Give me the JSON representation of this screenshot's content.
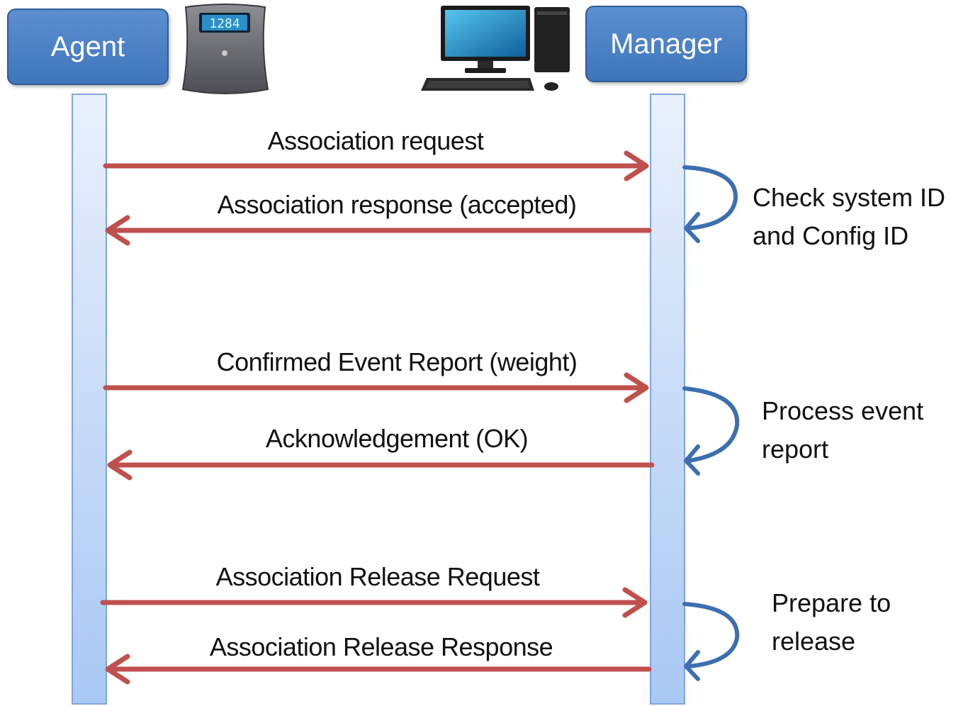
{
  "actors": {
    "agent": "Agent",
    "manager": "Manager"
  },
  "device_icons": {
    "agent_device": "weighing-scale-icon",
    "agent_device_display": "1284",
    "manager_device": "desktop-computer-icon"
  },
  "messages": [
    {
      "label": "Association request",
      "direction": "agent-to-manager"
    },
    {
      "label": "Association response (accepted)",
      "direction": "manager-to-agent"
    },
    {
      "label": "Confirmed Event Report (weight)",
      "direction": "agent-to-manager"
    },
    {
      "label": "Acknowledgement (OK)",
      "direction": "manager-to-agent"
    },
    {
      "label": "Association Release Request",
      "direction": "agent-to-manager"
    },
    {
      "label": "Association Release Response",
      "direction": "manager-to-agent"
    }
  ],
  "notes": [
    {
      "line1": "Check system ID",
      "line2": "and Config ID"
    },
    {
      "line1": "Process event",
      "line2": "report"
    },
    {
      "line1": "Prepare to",
      "line2": "release"
    }
  ],
  "colors": {
    "arrow": "#c0504d",
    "self_arrow": "#3d6fb0",
    "actor_box": "#4a7ec4",
    "lifeline": "#a9c8f4"
  }
}
